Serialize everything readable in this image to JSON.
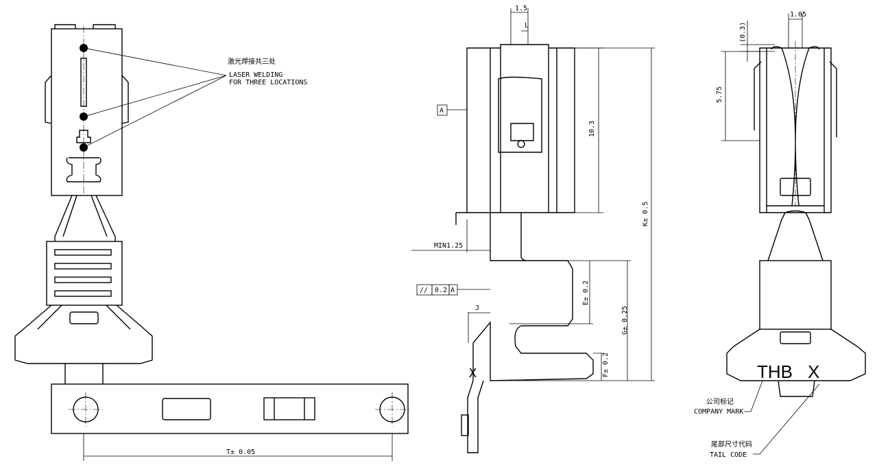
{
  "left_view": {
    "note_cn": "激光焊接共三处",
    "note_en_1": "LASER WELDING",
    "note_en_2": "FOR THREE LOCATIONS",
    "dim_t": "T± 0.05"
  },
  "side_view": {
    "dim_top": "1.5",
    "dim_l": "L",
    "datum": "A",
    "dim_height": "10.3",
    "dim_k": "K± 0.5",
    "dim_min": "MIN1.25",
    "tol_symbol": "//",
    "tol_value": "0.2",
    "tol_datum": "A",
    "dim_e": "E± 0.2",
    "dim_g": "G± 0.25",
    "dim_j": "J",
    "dim_f": "F± 0.2",
    "mark_x": "X"
  },
  "front_view": {
    "dim_top": "1.05",
    "dim_gap": "(0.3)",
    "dim_spring": "5.75",
    "mark_thb": "THB",
    "mark_x": "X",
    "company_mark_cn": "公司标记",
    "company_mark_en": "COMPANY MARK",
    "tail_code_cn": "尾部尺寸代码",
    "tail_code_en": "TAIL CODE"
  }
}
